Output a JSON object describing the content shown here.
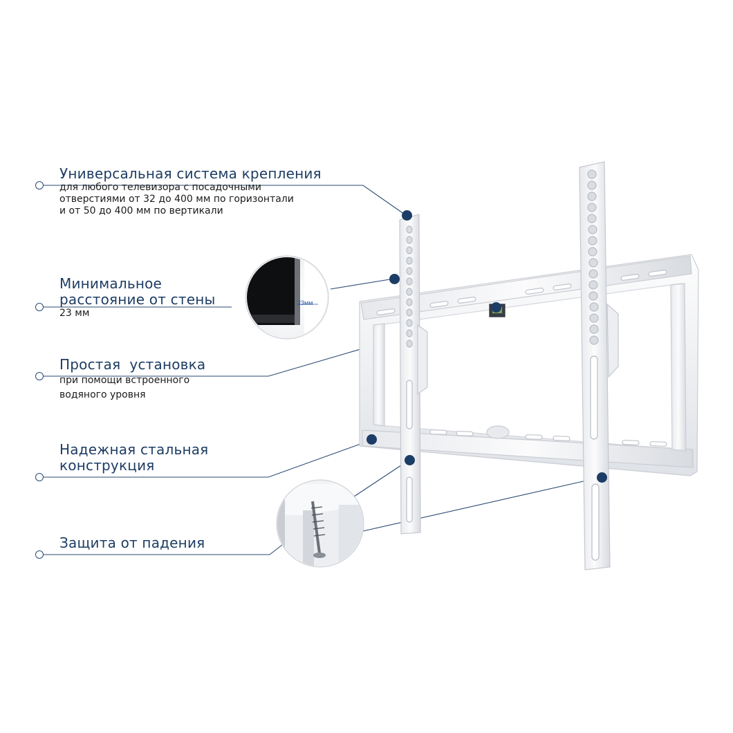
{
  "features": [
    {
      "title": "Универсальная система крепления",
      "desc": [
        "для любого телевизора с посадочными",
        "отверстиями от 32 до 400 мм по горизонтали",
        "и от 50 до 400 мм по вертикали"
      ]
    },
    {
      "title": [
        "Минимальное",
        "расстояние от стены"
      ],
      "desc": [
        "23 мм"
      ]
    },
    {
      "title": "Простая  установка",
      "desc": [
        "при помощи встроенного",
        "водяного уровня"
      ]
    },
    {
      "title": [
        "Надежная стальная",
        "конструкция"
      ],
      "desc": []
    },
    {
      "title": "Защита от падения",
      "desc": []
    }
  ],
  "callout_gap_label": "23мм",
  "colors": {
    "line": "#2a4a72",
    "dot": "#1c3d66",
    "title": "#1e3d63",
    "bracket": "#f4f5f7",
    "bracket_edge": "#c9ccd2"
  }
}
